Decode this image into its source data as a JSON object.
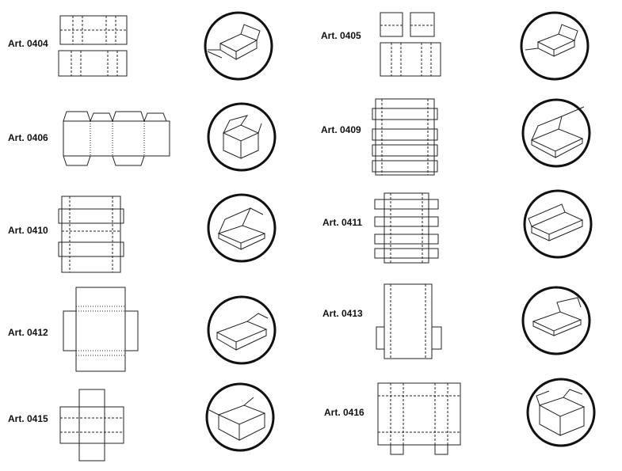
{
  "articles": [
    {
      "code": "Art. 0404"
    },
    {
      "code": "Art. 0405"
    },
    {
      "code": "Art. 0406"
    },
    {
      "code": "Art. 0409"
    },
    {
      "code": "Art. 0410"
    },
    {
      "code": "Art. 0411"
    },
    {
      "code": "Art. 0412"
    },
    {
      "code": "Art. 0413"
    },
    {
      "code": "Art. 0415"
    },
    {
      "code": "Art. 0416"
    }
  ]
}
